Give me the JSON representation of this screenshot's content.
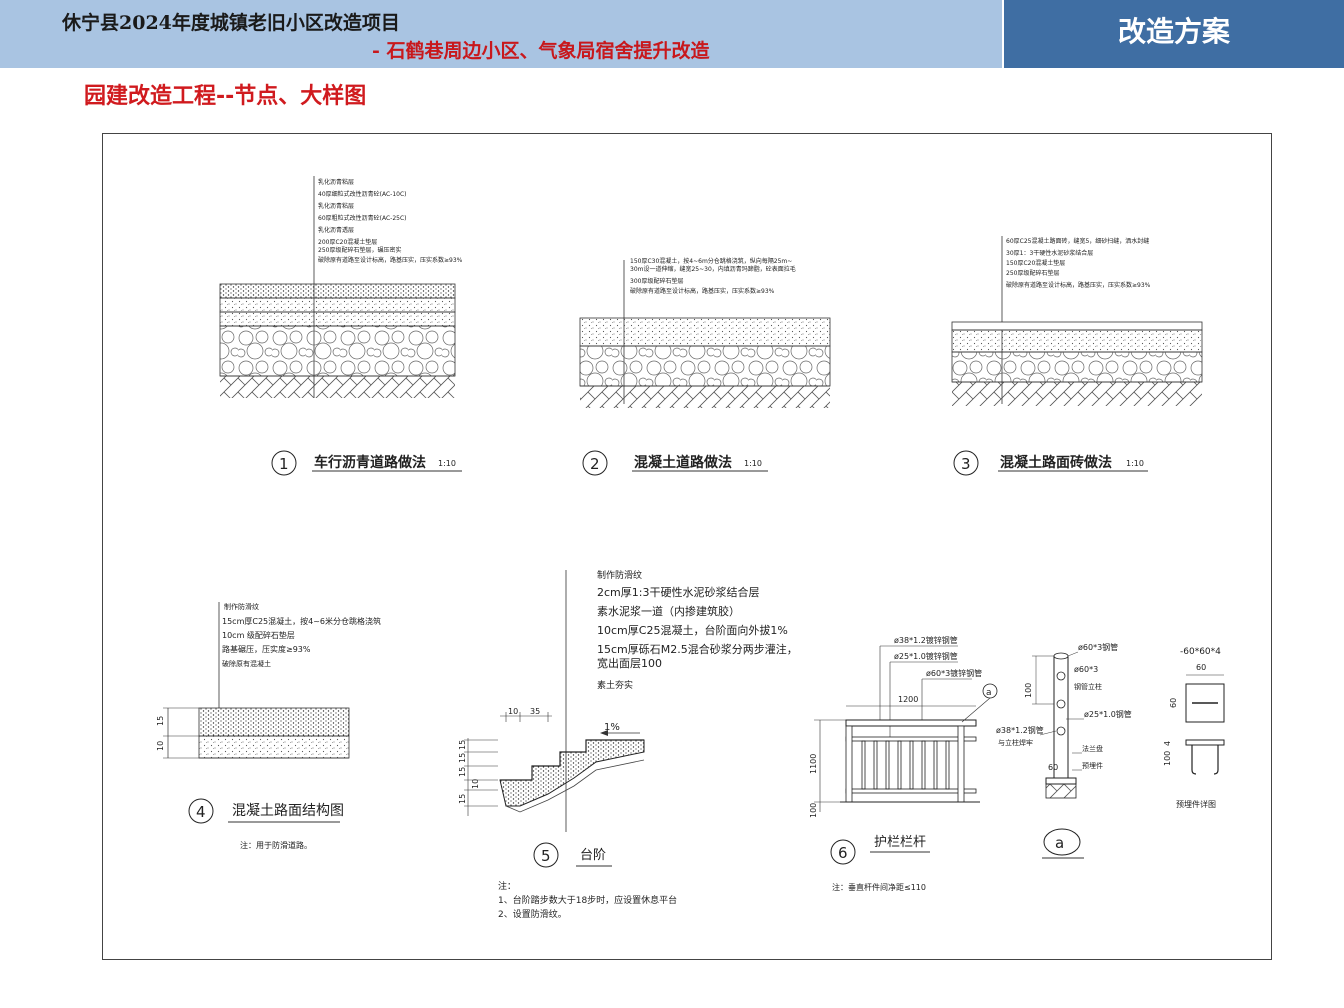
{
  "header": {
    "title": "休宁县2024年度城镇老旧小区改造项目",
    "subtitle": "- 石鹤巷周边小区、气象局宿舍提升改造",
    "right_label": "改造方案"
  },
  "section_title": "园建改造工程--节点、大样图",
  "detail1": {
    "num": "1",
    "title": "车行沥青道路做法",
    "scale": "1:10",
    "layers": [
      "乳化沥青粘层",
      "40厚细粒式改性沥青砼(AC-10C)",
      "乳化沥青粘层",
      "60厚粗粒式改性沥青砼(AC-25C)",
      "乳化沥青透层",
      "200厚C20混凝土垫层",
      "250厚级配碎石垫层，碾压密实",
      "破除原有道路至设计标高，路基压实，压实系数≥93%"
    ]
  },
  "detail2": {
    "num": "2",
    "title": "混凝土道路做法",
    "scale": "1:10",
    "layers": [
      "150厚C30混凝土，按4~6m分仓跳格浇筑，纵向每隔25m~",
      "30m设一道伸缩，缝宽25~30，内填沥青玛蹄脂，砼表面拉毛",
      "300厚级配碎石垫层",
      "破除原有道路至设计标高，路基压实，压实系数≥93%"
    ]
  },
  "detail3": {
    "num": "3",
    "title": "混凝土路面砖做法",
    "scale": "1:10",
    "layers": [
      "60厚C25混凝土路面砖，缝宽5，细砂扫缝，洒水封缝",
      "30厚1：3干硬性水泥砂浆结合层",
      "150厚C20混凝土垫层",
      "250厚级配碎石垫层",
      "破除原有道路至设计标高，路基压实，压实系数≥93%"
    ]
  },
  "detail4": {
    "num": "4",
    "title": "混凝土路面结构图",
    "note": "注：用于防滑道路。",
    "layers": [
      "制作防滑纹",
      "15cm厚C25混凝土，按4~6米分仓跳格浇筑",
      "10cm  级配碎石垫层",
      "路基碾压，压实度≥93%",
      "破除原有混凝土"
    ],
    "dims": [
      "15",
      "10"
    ]
  },
  "detail5": {
    "num": "5",
    "title": "台阶",
    "layers": [
      "制作防滑纹",
      "2cm厚1:3干硬性水泥砂浆结合层",
      "素水泥浆一道（内掺建筑胶）",
      "10cm厚C25混凝土，台阶面向外拔1%",
      "15cm厚砾石M2.5混合砂浆分两步灌注，",
      "宽出面层100",
      "素土夯实"
    ],
    "slope": "1%",
    "dims_top": [
      "10",
      "35"
    ],
    "dims_left": [
      "15",
      "15",
      "15",
      "10",
      "15"
    ],
    "notes": [
      "注：",
      "1、台阶踏步数大于18步时，应设置休息平台",
      "2、设置防滑纹。"
    ]
  },
  "detail6": {
    "num": "6",
    "title": "护栏栏杆",
    "note": "注：垂直杆件间净距≤110",
    "labels": [
      "ø38*1.2镀锌钢管",
      "ø25*1.0镀锌钢管",
      "ø60*3镀锌钢管"
    ],
    "dims": [
      "1200",
      "1100",
      "100"
    ]
  },
  "detail_a": {
    "label": "a",
    "labels": [
      "ø60*3钢管",
      "ø60*3",
      "钢管立柱",
      "ø25*1.0钢管",
      "ø38*1.2钢管",
      "与立柱焊牢",
      "法兰盘",
      "预埋件"
    ],
    "dims": [
      "100",
      "60"
    ]
  },
  "embed": {
    "top_label": "-60*60*4",
    "title": "预埋件详图",
    "dims": [
      "60",
      "60",
      "100",
      "4"
    ]
  }
}
